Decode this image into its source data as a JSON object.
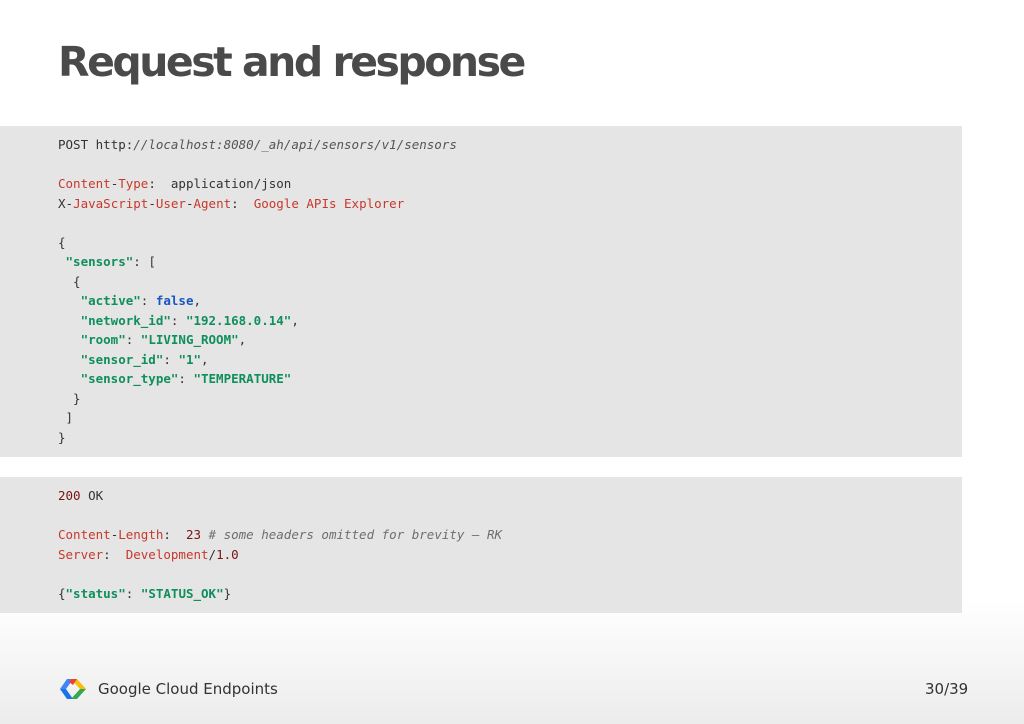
{
  "slide": {
    "title": "Request and response",
    "footer_label": "Google Cloud Endpoints",
    "page_number": "30/39"
  },
  "request": {
    "method": "POST",
    "url_scheme": "http:",
    "url_path": "//localhost:8080/_ah/api/sensors/v1/sensors",
    "headers": {
      "content_type_w1": "Content",
      "content_type_w2": "Type",
      "content_type_value": "application/json",
      "xjs_prefix": "X",
      "xjs_w1": "JavaScript",
      "xjs_w2": "User",
      "xjs_w3": "Agent",
      "xjs_value": "Google APIs Explorer"
    },
    "body": {
      "sensors_key": "\"sensors\"",
      "active_key": "\"active\"",
      "active_value": "false",
      "network_id_key": "\"network_id\"",
      "network_id_value": "\"192.168.0.14\"",
      "room_key": "\"room\"",
      "room_value": "\"LIVING_ROOM\"",
      "sensor_id_key": "\"sensor_id\"",
      "sensor_id_value": "\"1\"",
      "sensor_type_key": "\"sensor_type\"",
      "sensor_type_value": "\"TEMPERATURE\""
    }
  },
  "response": {
    "status_code": "200",
    "status_text": "OK",
    "content_length_w1": "Content",
    "content_length_w2": "Length",
    "content_length_value": "23",
    "comment": "# some headers omitted for brevity — RK",
    "server_key": "Server",
    "server_name": "Development",
    "server_version": "1.0",
    "body_key": "\"status\"",
    "body_value": "\"STATUS_OK\""
  },
  "colors": {
    "keyword": "#c8382c",
    "string": "#0e8f5b",
    "boolean": "#1a56c2",
    "number": "#7a1414",
    "code_background": "#e5e5e5"
  }
}
